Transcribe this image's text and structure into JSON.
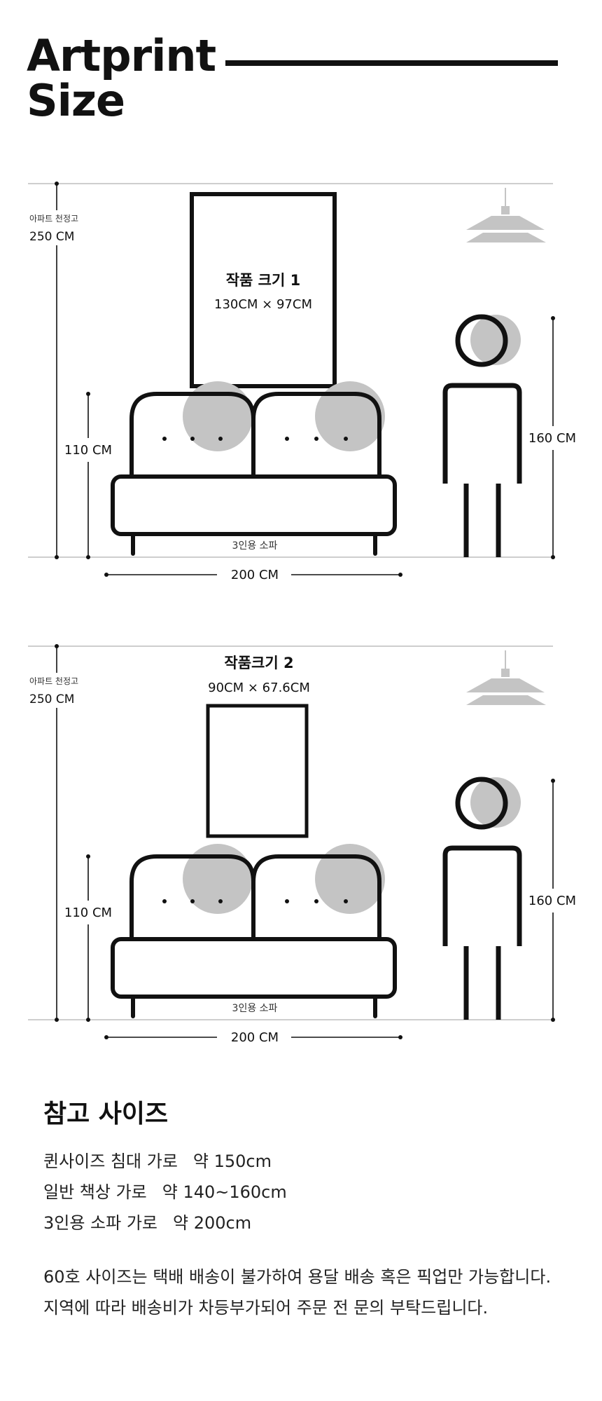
{
  "header": {
    "title_line1": "Artprint",
    "title_line2": "Size"
  },
  "colors": {
    "line": "#111111",
    "shade": "#c4c4c4",
    "guide": "#bdbdbd",
    "background": "#ffffff"
  },
  "icons": [
    "pendant-lamp-icon",
    "person-icon",
    "sofa-icon"
  ],
  "panels": [
    {
      "ceiling_label": "아파트 천정고",
      "ceiling_height": "250 CM",
      "artwork_name": "작품 크기 1",
      "artwork_size": "130CM × 97CM",
      "sofa_height": "110 CM",
      "sofa_label": "3인용 소파",
      "sofa_width": "200 CM",
      "person_height": "160 CM"
    },
    {
      "ceiling_label": "아파트 천정고",
      "ceiling_height": "250 CM",
      "artwork_name": "작품크기 2",
      "artwork_size": "90CM × 67.6CM",
      "sofa_height": "110 CM",
      "sofa_label": "3인용 소파",
      "sofa_width": "200 CM",
      "person_height": "160 CM"
    }
  ],
  "reference": {
    "title": "참고 사이즈",
    "rows": [
      {
        "item": "퀸사이즈 침대 가로",
        "value": "약 150cm"
      },
      {
        "item": "일반 책상 가로",
        "value": "약 140~160cm"
      },
      {
        "item": "3인용 소파 가로",
        "value": "약 200cm"
      }
    ],
    "notice_line1": "60호 사이즈는 택배 배송이 불가하여 용달 배송 혹은 픽업만 가능합니다.",
    "notice_line2": "지역에 따라 배송비가 차등부가되어 주문 전 문의 부탁드립니다."
  }
}
